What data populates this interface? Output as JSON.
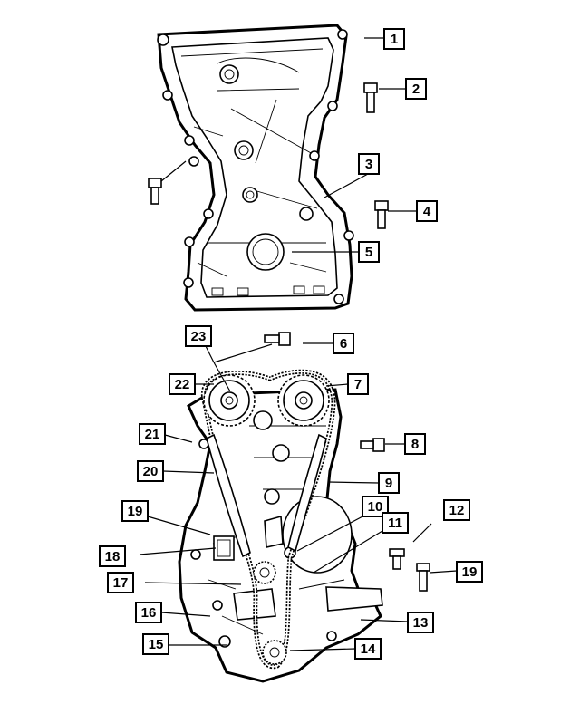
{
  "callouts": [
    {
      "id": "c1",
      "label": "1"
    },
    {
      "id": "c2",
      "label": "2"
    },
    {
      "id": "c3",
      "label": "3"
    },
    {
      "id": "c4",
      "label": "4"
    },
    {
      "id": "c5",
      "label": "5"
    },
    {
      "id": "c6",
      "label": "6"
    },
    {
      "id": "c7",
      "label": "7"
    },
    {
      "id": "c8",
      "label": "8"
    },
    {
      "id": "c9",
      "label": "9"
    },
    {
      "id": "c10",
      "label": "10"
    },
    {
      "id": "c11",
      "label": "11"
    },
    {
      "id": "c12",
      "label": "12"
    },
    {
      "id": "c13",
      "label": "13"
    },
    {
      "id": "c14",
      "label": "14"
    },
    {
      "id": "c15",
      "label": "15"
    },
    {
      "id": "c16",
      "label": "16"
    },
    {
      "id": "c17",
      "label": "17"
    },
    {
      "id": "c18",
      "label": "18"
    },
    {
      "id": "c19a",
      "label": "19"
    },
    {
      "id": "c19b",
      "label": "19"
    },
    {
      "id": "c20",
      "label": "20"
    },
    {
      "id": "c21",
      "label": "21"
    },
    {
      "id": "c22",
      "label": "22"
    },
    {
      "id": "c23",
      "label": "23"
    }
  ]
}
